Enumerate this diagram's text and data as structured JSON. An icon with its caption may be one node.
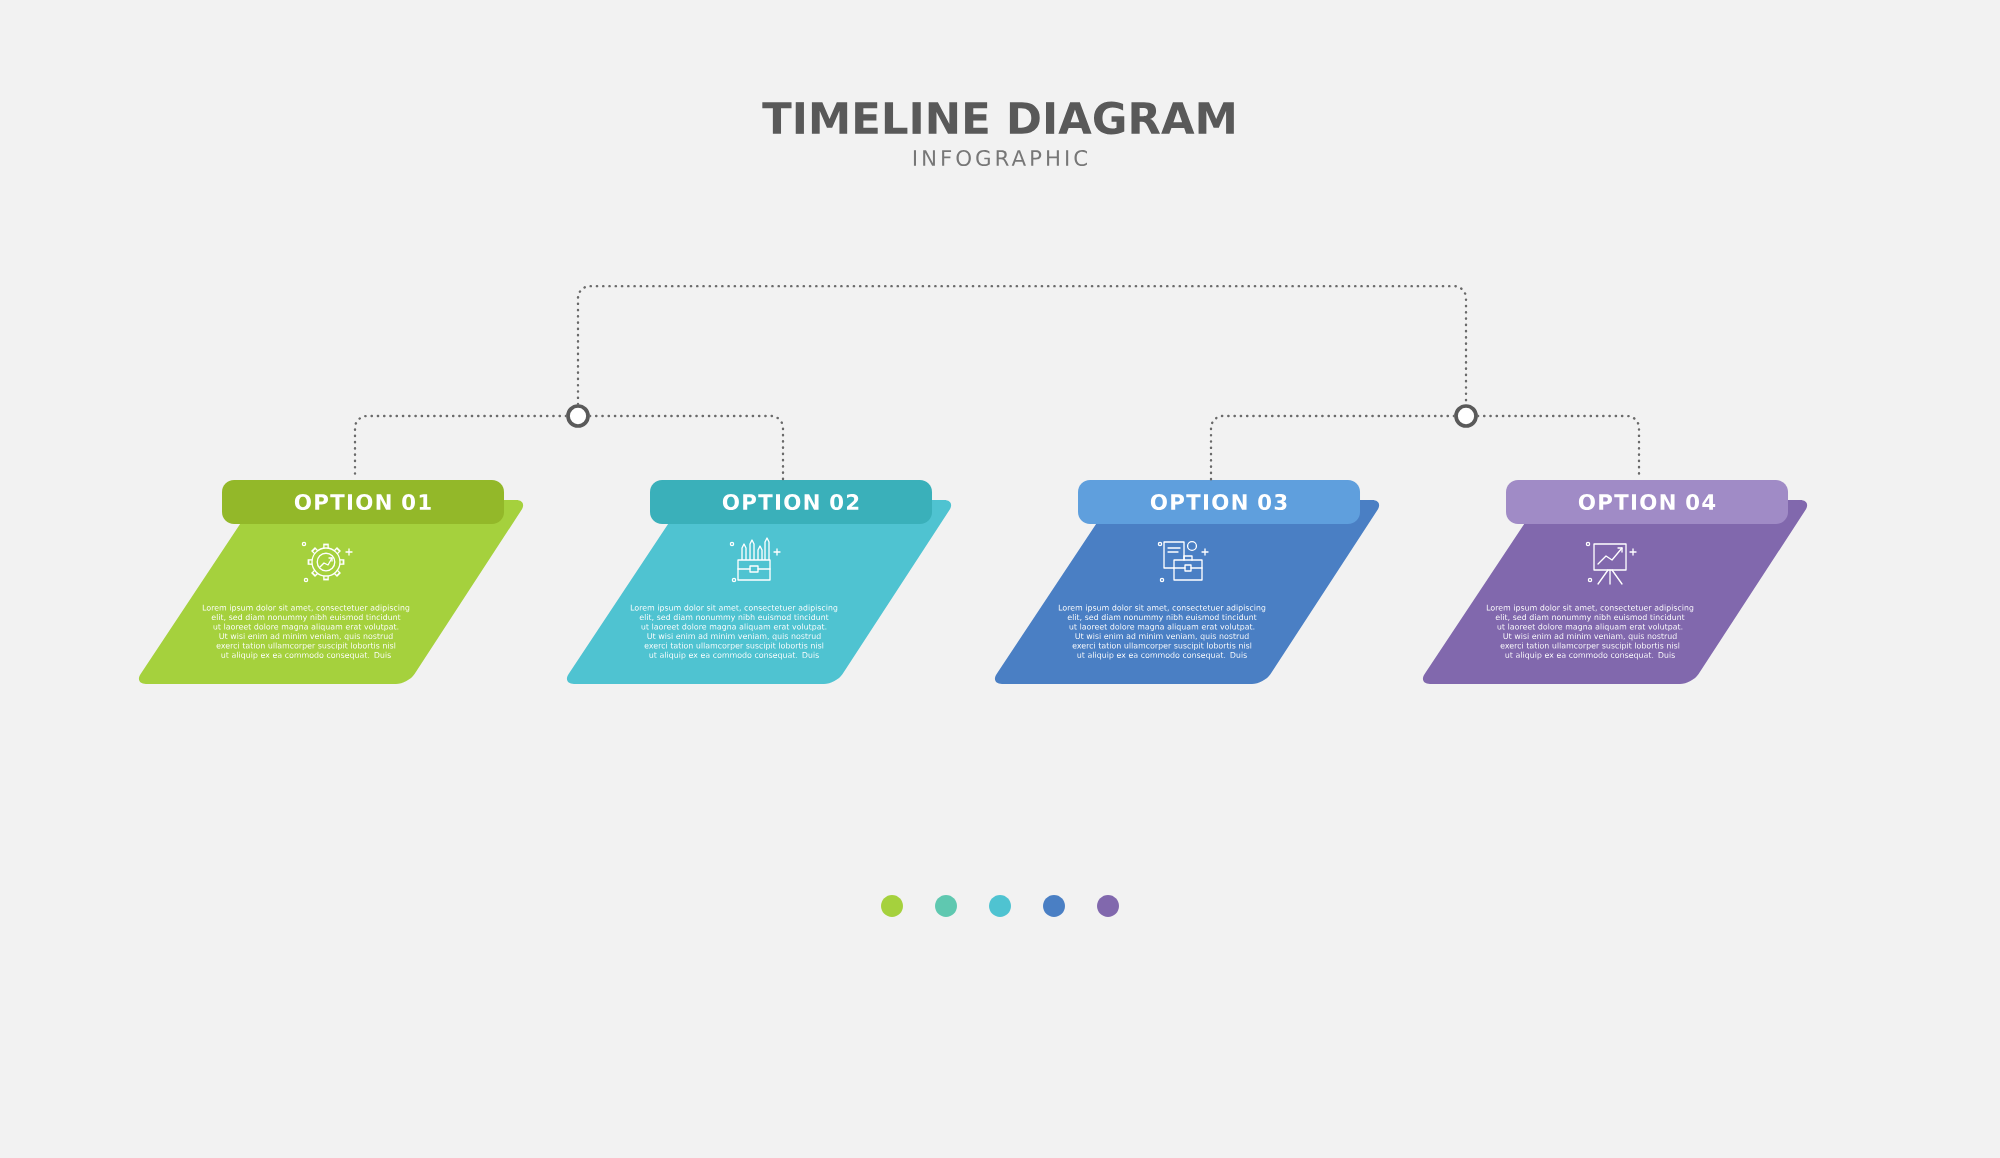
{
  "diagram": {
    "title": "TIMELINE DIAGRAM",
    "nodes": [
      {
        "text": [],
        "shape": "circle"
      },
      {
        "text": [],
        "shape": "circle"
      },
      {
        "text": [
          "OPTION 01",
          "Lorem ipsum dolor sit amet, consectetuer adipiscing elit, sed diam nonummy nibh euismod tincidunt ut laoreet dolore magna aliquam erat volutpat. Ut wisi enim ad minim veniam, quis nostrud exerci tation ullamcorper suscipit lobortis nisl ut aliquip ex ea commodo consequat. Duis"
        ]
      },
      {
        "text": [
          "OPTION 02",
          "Lorem ipsum dolor sit amet, consectetuer adipiscing elit, sed diam nonummy nibh euismod tincidunt ut laoreet dolore magna aliquam erat volutpat. Ut wisi enim ad minim veniam, quis nostrud exerci tation ullamcorper suscipit lobortis nisl ut aliquip ex ea commodo consequat. Duis"
        ]
      },
      {
        "text": [
          "OPTION 03",
          "Lorem ipsum dolor sit amet, consectetuer adipiscing elit, sed diam nonummy nibh euismod tincidunt ut laoreet dolore magna aliquam erat volutpat. Ut wisi enim ad minim veniam, quis nostrud exerci tation ullamcorper suscipit lobortis nisl ut aliquip ex ea commodo consequat. Duis"
        ]
      },
      {
        "text": [
          "OPTION 04",
          "Lorem ipsum dolor sit amet, consectetuer adipiscing elit, sed diam nonummy nibh euismod tincidunt ut laoreet dolore magna aliquam erat volutpat. Ut wisi enim ad minim veniam, quis nostrud exerci tation ullamcorper suscipit lobortis nisl ut aliquip ex ea commodo consequat. Duis"
        ]
      }
    ],
    "edges": [
      {
        "from": 0,
        "to": 1,
        "arrow": "none"
      },
      {
        "from": 0,
        "to": 2,
        "arrow": "none"
      },
      {
        "from": 0,
        "to": 3,
        "arrow": "none"
      },
      {
        "from": 1,
        "to": 4,
        "arrow": "none"
      },
      {
        "from": 1,
        "to": 5,
        "arrow": "none"
      }
    ],
    "labels": [
      "INFOGRAPHIC"
    ]
  }
}
